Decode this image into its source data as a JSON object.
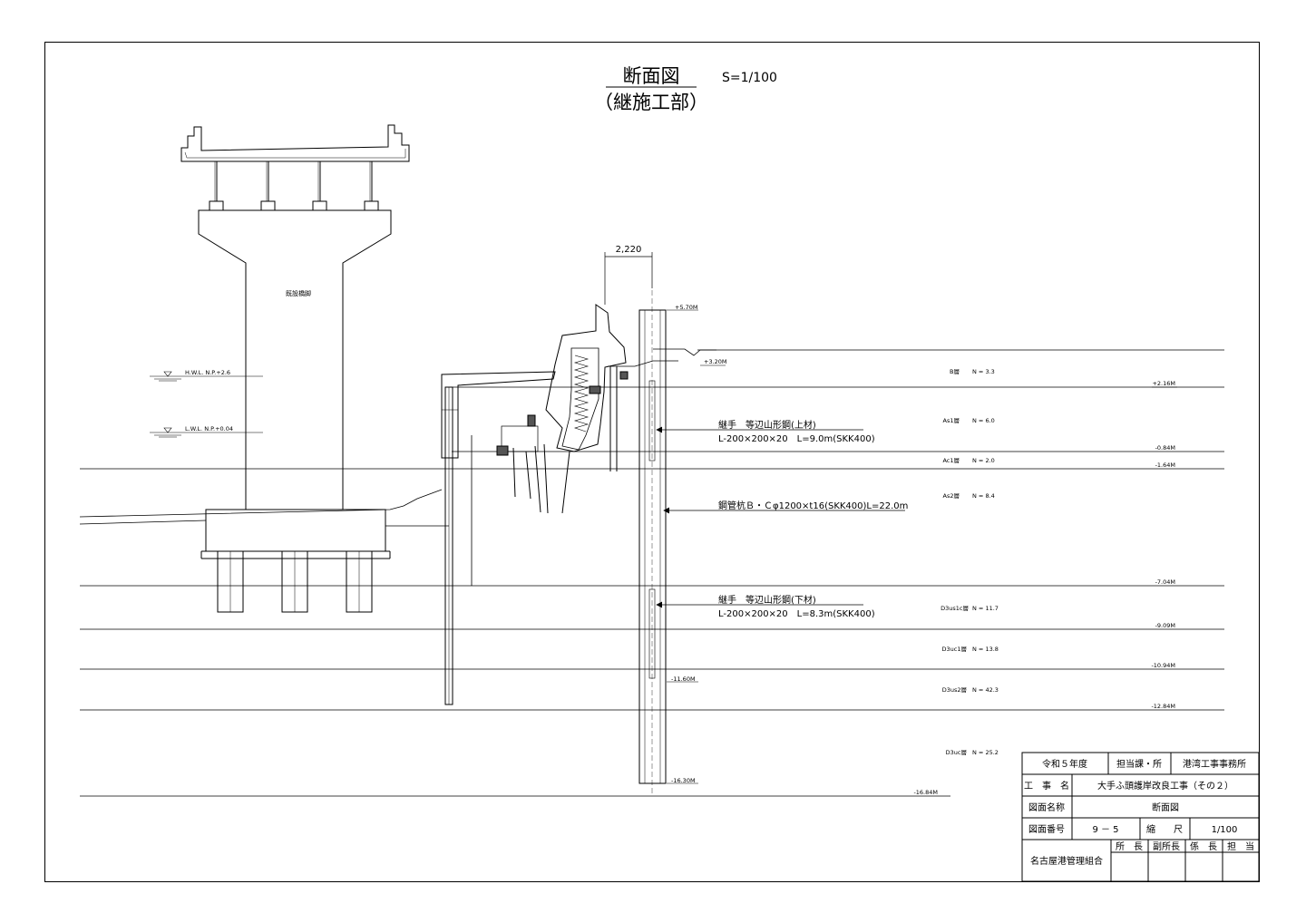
{
  "title": {
    "main": "断面図",
    "sub": "（継施工部）",
    "scale": "S=1/100"
  },
  "dimension": {
    "width_label": "2,220"
  },
  "pier": {
    "label": "既設橋脚"
  },
  "water_levels": {
    "hwl": "H.W.L. N.P.+2.6",
    "lwl": "L.W.L. N.P.+0.04"
  },
  "elevations": {
    "top_pile": "+5.70M",
    "crown": "+3.20M",
    "pile_bottom_upper": "-11.60M",
    "pile_bottom": "-16.30M"
  },
  "annotations": {
    "joint_upper_l1": "継手　等辺山形鋼(上材)",
    "joint_upper_l2": "L-200×200×20　L=9.0m(SKK400)",
    "steel_pile": "鋼管杭Ｂ・Ｃφ1200×t16(SKK400)L=22.0m",
    "joint_lower_l1": "継手　等辺山形鋼(下材)",
    "joint_lower_l2": "L-200×200×20　L=8.3m(SKK400)"
  },
  "soil_layers": [
    {
      "name": "B層",
      "n_value": "N = 3.3"
    },
    {
      "name": "As1層",
      "n_value": "N = 6.0"
    },
    {
      "name": "Ac1層",
      "n_value": "N = 2.0"
    },
    {
      "name": "As2層",
      "n_value": "N = 8.4"
    },
    {
      "name": "D3us1c層",
      "n_value": "N = 11.7"
    },
    {
      "name": "D3uc1層",
      "n_value": "N = 13.8"
    },
    {
      "name": "D3us2層",
      "n_value": "N = 42.3"
    },
    {
      "name": "D3uc層",
      "n_value": "N = 25.2"
    }
  ],
  "layer_boundaries": [
    "+2.16M",
    "-0.84M",
    "-1.64M",
    "-7.04M",
    "-9.09M",
    "-10.94M",
    "-12.84M",
    "-16.84M"
  ],
  "title_block": {
    "year": "令和５年度",
    "dept_label": "担当課・所",
    "dept_value": "港湾工事事務所",
    "work_label": "工　事　名",
    "work_value": "大手ふ頭護岸改良工事（その２）",
    "drawing_name_label": "図面名称",
    "drawing_name_value": "断面図",
    "drawing_no_label": "図面番号",
    "drawing_no_value": "9 － 5",
    "scale_label": "縮　　尺",
    "scale_value": "1/100",
    "org": "名古屋港管理組合",
    "sign_director": "所　長",
    "sign_deputy": "副所長",
    "sign_chief": "係　長",
    "sign_staff": "担　当"
  }
}
